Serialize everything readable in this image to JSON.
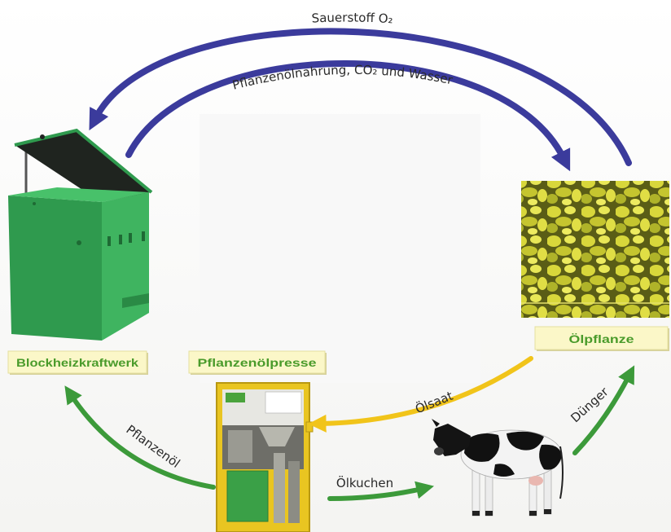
{
  "arrows": {
    "oxygen": "Sauerstoff O₂",
    "nutrition": "Pflanzenölnahrung, CO₂ und Wasser",
    "oilseed": "Ölsaat",
    "plant_oil": "Pflanzenöl",
    "oil_cake": "Ölkuchen",
    "fertilizer": "Dünger"
  },
  "nodes": {
    "chp": "Blockheizkraftwerk",
    "press": "Pflanzenölpresse",
    "plant": "Ölpflanze"
  },
  "colors": {
    "blue_arrow": "#3b3b9c",
    "green_arrow": "#3c9a3a",
    "yellow_arrow": "#f1c41a",
    "label_background": "#fbf7c8",
    "label_text": "#4a9b2b",
    "generator_green": "#2f9a4e"
  }
}
